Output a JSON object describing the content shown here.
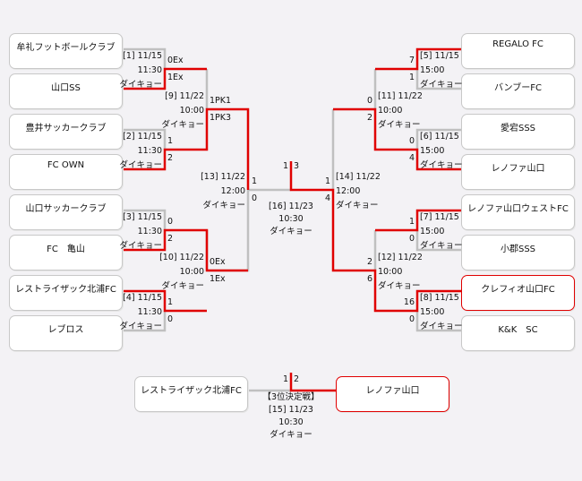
{
  "left_teams": [
    "牟礼フットボールクラブ",
    "山口SS",
    "豊井サッカークラブ",
    "FC OWN",
    "山口サッカークラブ",
    "FC　亀山",
    "レストライザック北浦FC",
    "レブロス"
  ],
  "right_teams": [
    "REGALO FC",
    "バンブーFC",
    "愛宕SSS",
    "レノファ山口",
    "レノファ山口ウェストFC",
    "小郡SSS",
    "クレフィオ山口FC",
    "K&K　SC"
  ],
  "matches": {
    "m1": {
      "label": "[1] 11/15",
      "time": "11:30",
      "venue": "ダイキョー",
      "s1": "0Ex",
      "s2": "1Ex"
    },
    "m2": {
      "label": "[2] 11/15",
      "time": "11:30",
      "venue": "ダイキョー",
      "s1": "1",
      "s2": "2"
    },
    "m3": {
      "label": "[3] 11/15",
      "time": "11:30",
      "venue": "ダイキョー",
      "s1": "0",
      "s2": "2"
    },
    "m4": {
      "label": "[4] 11/15",
      "time": "11:30",
      "venue": "ダイキョー",
      "s1": "1",
      "s2": "0"
    },
    "m5": {
      "label": "[5] 11/15",
      "time": "15:00",
      "venue": "ダイキョー",
      "s1": "7",
      "s2": "1"
    },
    "m6": {
      "label": "[6] 11/15",
      "time": "15:00",
      "venue": "ダイキョー",
      "s1": "0",
      "s2": "4"
    },
    "m7": {
      "label": "[7] 11/15",
      "time": "15:00",
      "venue": "ダイキョー",
      "s1": "1",
      "s2": "0"
    },
    "m8": {
      "label": "[8] 11/15",
      "time": "15:00",
      "venue": "ダイキョー",
      "s1": "16",
      "s2": "0"
    },
    "m9": {
      "label": "[9] 11/22",
      "time": "10:00",
      "venue": "ダイキョー",
      "s1": "1PK1",
      "s2": "1PK3"
    },
    "m10": {
      "label": "[10] 11/22",
      "time": "10:00",
      "venue": "ダイキョー",
      "s1": "0Ex",
      "s2": "1Ex"
    },
    "m11": {
      "label": "[11] 11/22",
      "time": "10:00",
      "venue": "ダイキョー",
      "s1": "0",
      "s2": "2"
    },
    "m12": {
      "label": "[12] 11/22",
      "time": "10:00",
      "venue": "ダイキョー",
      "s1": "2",
      "s2": "6"
    },
    "m13": {
      "label": "[13] 11/22",
      "time": "12:00",
      "venue": "ダイキョー",
      "s1": "1",
      "s2": "0"
    },
    "m14": {
      "label": "[14] 11/22",
      "time": "12:00",
      "venue": "ダイキョー",
      "s1": "1",
      "s2": "4"
    },
    "m16": {
      "label": "[16] 11/23",
      "time": "10:30",
      "venue": "ダイキョー",
      "s1": "1",
      "s2": "3"
    },
    "m15": {
      "title": "【3位決定戦】",
      "label": "[15] 11/23",
      "time": "10:30",
      "venue": "ダイキョー",
      "s1": "1",
      "s2": "2",
      "team1": "レストライザック北浦FC",
      "team2": "レノファ山口"
    }
  },
  "colors": {
    "win": "#e00000",
    "line": "#c0c0c0"
  }
}
